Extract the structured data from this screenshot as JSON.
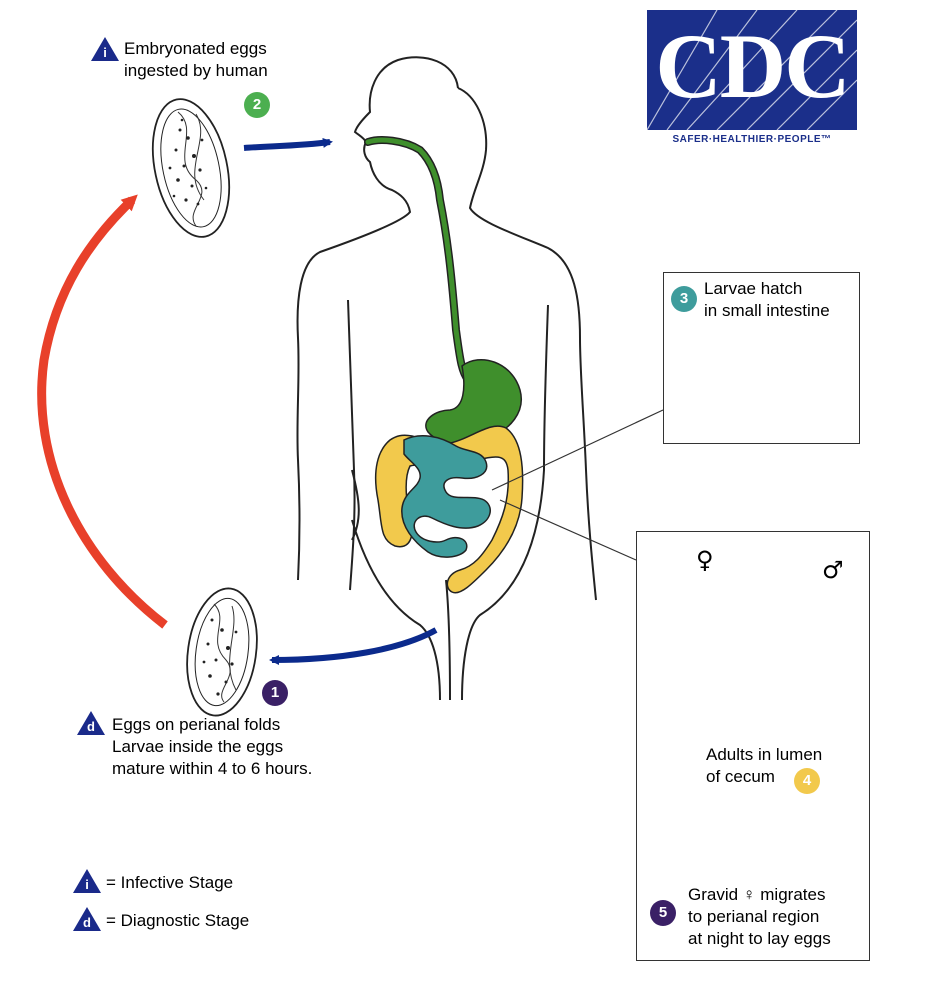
{
  "colors": {
    "esophagus_stomach": "#3f8f2c",
    "colon": "#f2c94c",
    "small_intestine": "#3e9c9c",
    "cycle_arrow_red": "#e8402a",
    "arrow_blue": "#0b2a8c",
    "triangle_blue": "#1a2a8a",
    "badge_green": "#4caf50",
    "badge_teal": "#3e9c9c",
    "badge_yellow": "#f2c94c",
    "badge_purple": "#3a2066"
  },
  "logo": {
    "text": "CDC",
    "tagline": "SAFER·HEALTHIER·PEOPLE™"
  },
  "stages": {
    "ingested": {
      "marker": "i",
      "badge": "2",
      "lines": [
        "Embryonated eggs",
        "ingested by human"
      ]
    },
    "perianal": {
      "marker": "d",
      "badge": "1",
      "lines": [
        "Eggs on perianal folds",
        "Larvae inside the eggs",
        "mature within 4 to 6 hours."
      ]
    },
    "hatch": {
      "badge": "3",
      "lines": [
        "Larvae hatch",
        "in small intestine"
      ]
    },
    "adults": {
      "badge": "4",
      "lines": [
        "Adults in lumen",
        "of cecum"
      ],
      "female_symbol": "♀",
      "male_symbol": "♂"
    },
    "gravid": {
      "badge": "5",
      "lines": [
        "Gravid ♀ migrates",
        "to perianal region",
        "at night to lay eggs"
      ]
    }
  },
  "legend": {
    "infective": {
      "marker": "i",
      "label": "= Infective Stage"
    },
    "diagnostic": {
      "marker": "d",
      "label": "= Diagnostic Stage"
    }
  }
}
